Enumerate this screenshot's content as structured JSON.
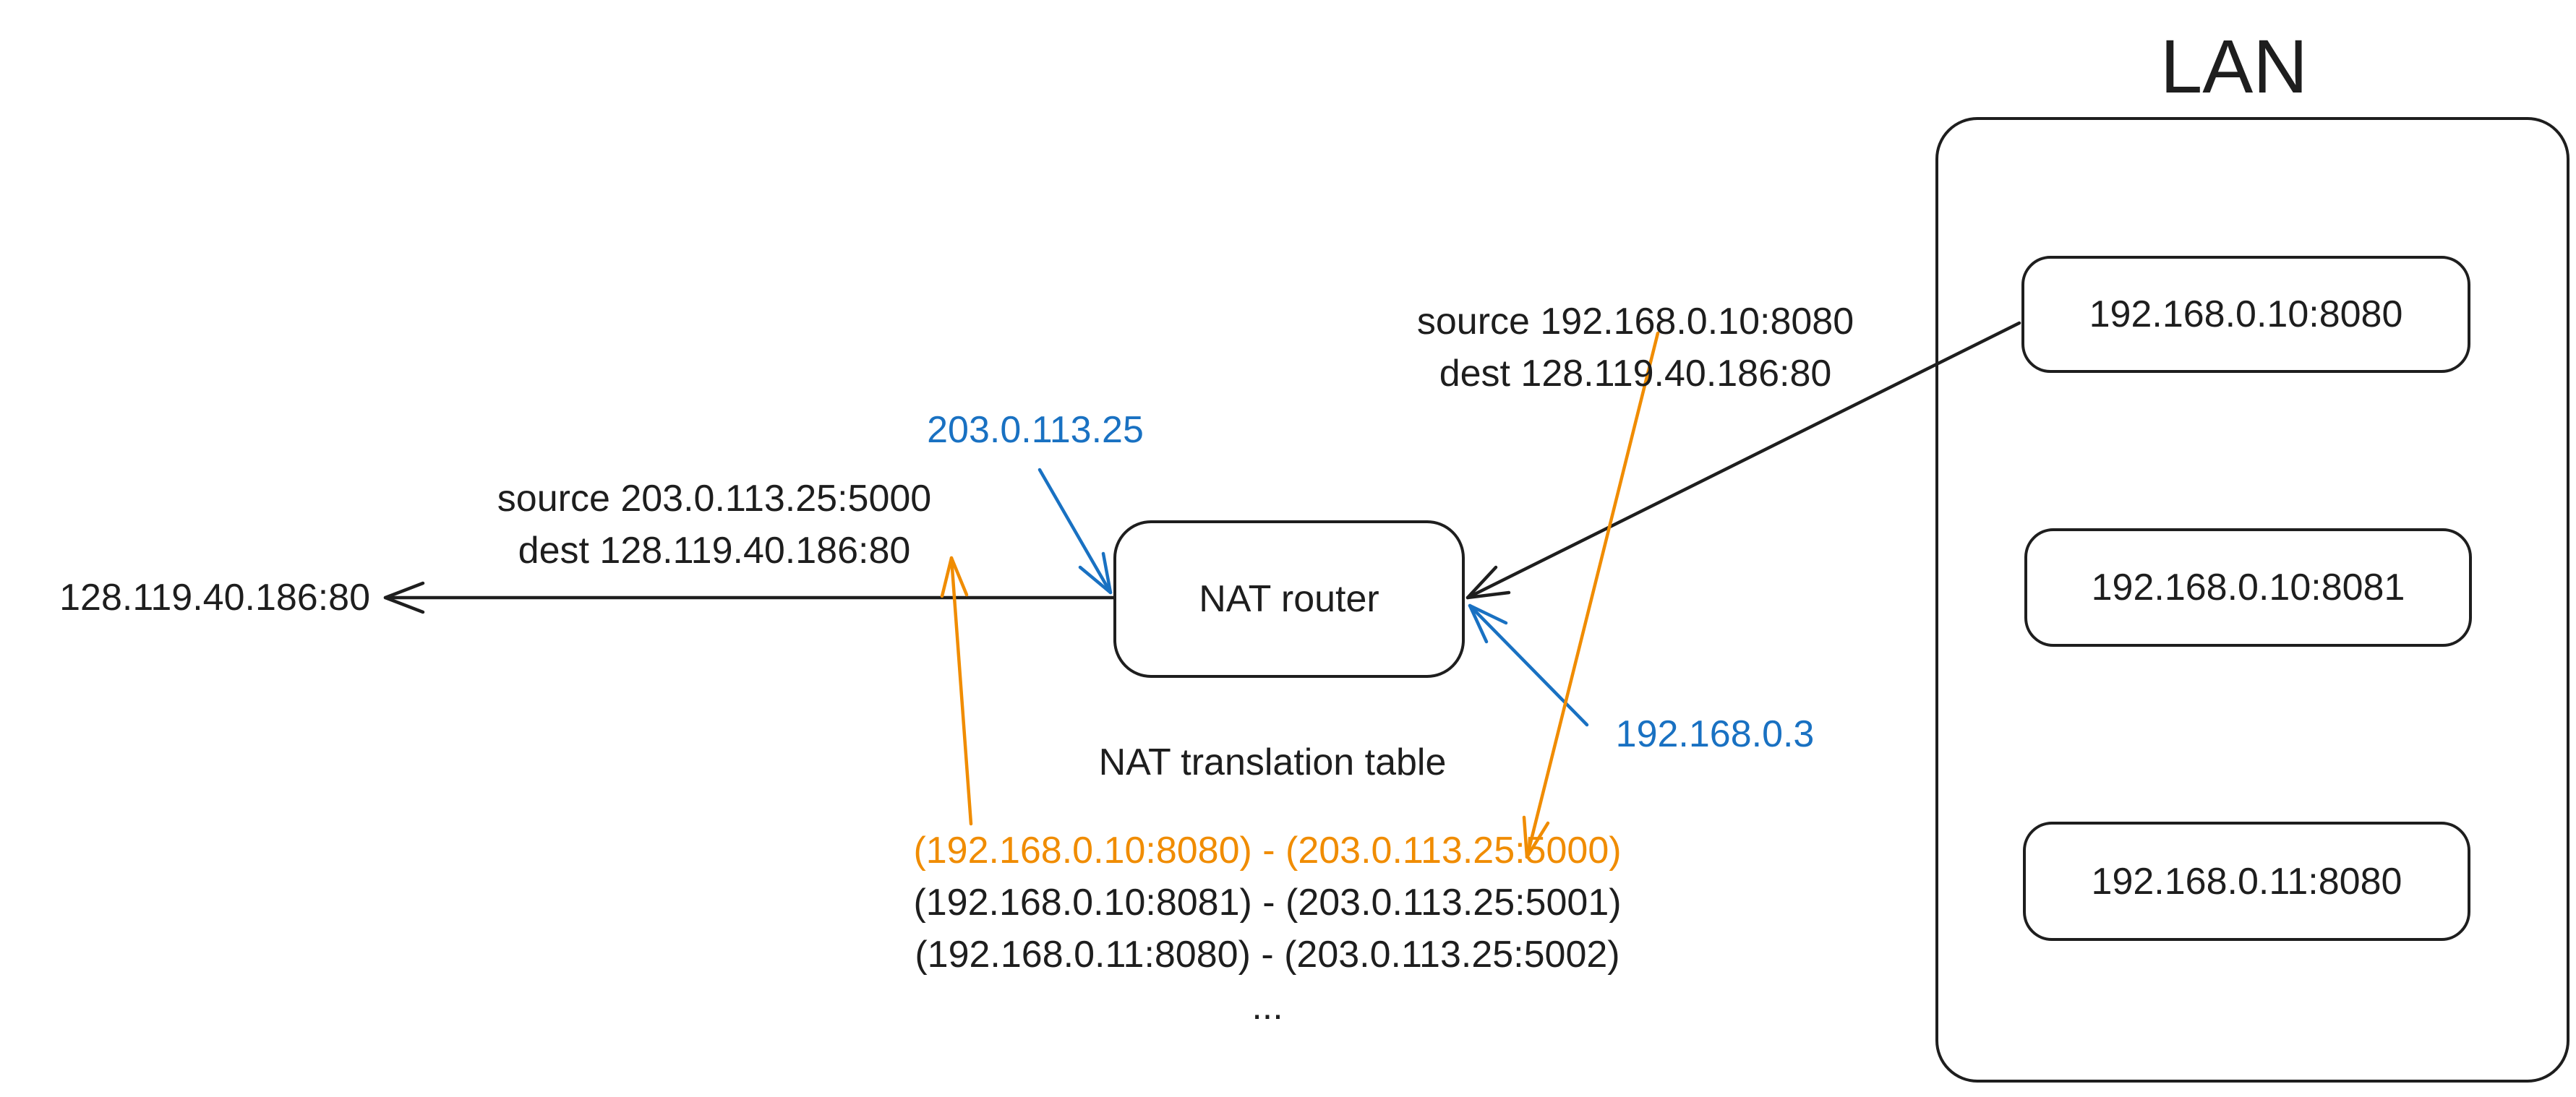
{
  "colors": {
    "ink": "#1e1e1e",
    "blue": "#1971c2",
    "orange": "#f08c00",
    "bg": "#ffffff"
  },
  "lan": {
    "title": "LAN",
    "nodes": [
      "192.168.0.10:8080",
      "192.168.0.10:8081",
      "192.168.0.11:8080"
    ]
  },
  "router": {
    "label": "NAT router",
    "public_ip": "203.0.113.25",
    "private_ip": "192.168.0.3"
  },
  "external_host": {
    "address": "128.119.40.186:80"
  },
  "outbound_packet": {
    "source_line": "source 203.0.113.25:5000",
    "dest_line": "dest 128.119.40.186:80"
  },
  "inbound_packet": {
    "source_line": "source 192.168.0.10:8080",
    "dest_line": "dest 128.119.40.186:80"
  },
  "translation_table": {
    "title": "NAT translation table",
    "rows": [
      {
        "text": "(192.168.0.10:8080) - (203.0.113.25:5000)",
        "highlighted": true
      },
      {
        "text": "(192.168.0.10:8081) - (203.0.113.25:5001)",
        "highlighted": false
      },
      {
        "text": "(192.168.0.11:8080) - (203.0.113.25:5002)",
        "highlighted": false
      }
    ],
    "ellipsis": "..."
  }
}
